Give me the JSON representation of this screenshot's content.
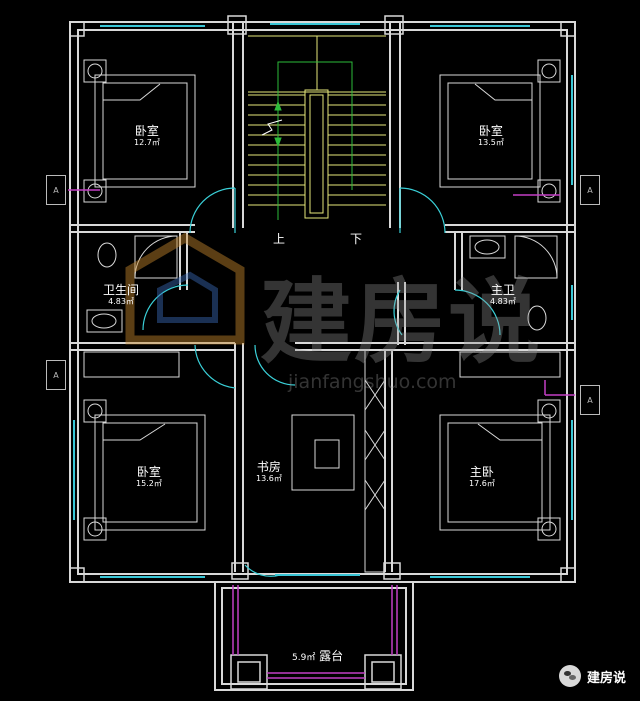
{
  "rooms": {
    "bedroom_nw": {
      "name": "卧室",
      "area": "12.7㎡"
    },
    "bedroom_ne": {
      "name": "卧室",
      "area": "13.5㎡"
    },
    "bathroom_w": {
      "name": "卫生间",
      "area": "4.83㎡"
    },
    "bathroom_e": {
      "name": "主卫",
      "area": "4.83㎡"
    },
    "bedroom_sw": {
      "name": "卧室",
      "area": "15.2㎡"
    },
    "study": {
      "name": "书房",
      "area": "13.6㎡"
    },
    "master_bedroom": {
      "name": "主卧",
      "area": "17.6㎡"
    },
    "terrace": {
      "name": "露台",
      "area": "5.9㎡"
    }
  },
  "stairs": {
    "up": "上",
    "down": "下"
  },
  "section_mark": "A",
  "watermark": {
    "text": "建房说",
    "url": "jianfangshuo.com"
  },
  "brand": {
    "name": "建房说"
  },
  "colors": {
    "wall": "#d9d9d9",
    "window": "#39c6d6",
    "stair": "#e6e87a",
    "stair_green": "#2dbb3a",
    "railing": "#c43fc6",
    "door": "#3ad0d8",
    "watermark_logo": "#c98a2e"
  }
}
